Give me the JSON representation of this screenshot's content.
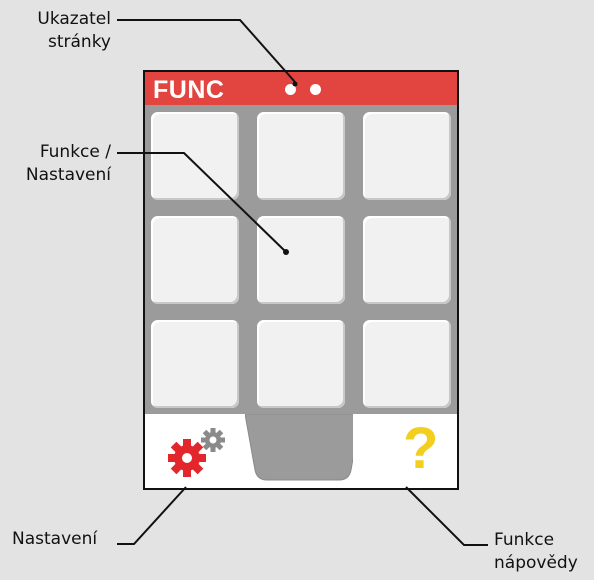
{
  "header": {
    "title": "FUNC",
    "color": "#e2453f"
  },
  "callouts": {
    "page_indicator": [
      "Ukazatel",
      "stránky"
    ],
    "function_setting": [
      "Funkce /",
      "Nastavení"
    ],
    "settings": "Nastavení",
    "help_function": [
      "Funkce",
      "nápovědy"
    ]
  },
  "grid": {
    "rows": 3,
    "cols": 3
  },
  "page_indicator_dots": 2,
  "icons": {
    "left_tab": "gears-icon",
    "right_tab": "question-mark-icon",
    "help_glyph": "?"
  },
  "colors": {
    "screen_bg": "#9b9b9b",
    "tile": "#f1f1f1",
    "gear_red": "#e3262b",
    "gear_gray": "#8a8a8a",
    "help_yellow": "#f2cf1f"
  }
}
